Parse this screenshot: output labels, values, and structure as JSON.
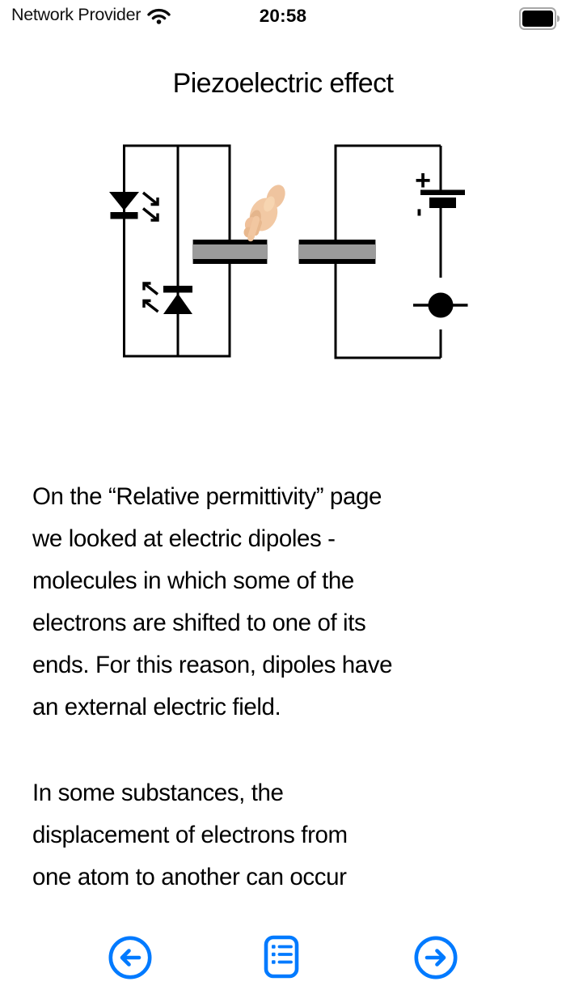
{
  "status_bar": {
    "carrier": "Network Provider",
    "time": "20:58"
  },
  "header": {
    "title": "Piezoelectric effect"
  },
  "diagram": {
    "battery_plus": "+",
    "battery_minus": "-"
  },
  "content": {
    "paragraph1_lines": [
      "On the “Relative permittivity” page",
      "we looked at electric dipoles -",
      "molecules in which some of the",
      "electrons are shifted to one of its",
      "ends. For this reason, dipoles have",
      "an external electric field."
    ],
    "paragraph2_lines": [
      "In some substances, the",
      "displacement of electrons from",
      "one atom to another can occur"
    ]
  },
  "colors": {
    "accent": "#007AFF",
    "diagram_gray": "#9B9B9B",
    "skin": "#F2C9A4",
    "text": "#000000",
    "background": "#FFFFFF"
  }
}
